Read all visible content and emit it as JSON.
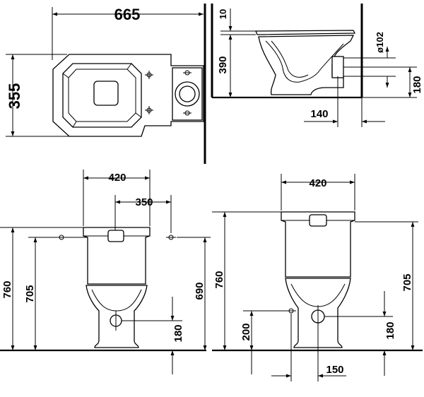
{
  "dimensions": {
    "top_left": {
      "width": "665",
      "depth": "355"
    },
    "top_right": {
      "rim_offset": "10",
      "rim_height": "390",
      "outlet_diameter": "ø102",
      "outlet_height": "180",
      "outlet_setback": "140"
    },
    "bottom_left": {
      "tank_width": "420",
      "fixing_spacing": "350",
      "total_height": "760",
      "tank_height": "705",
      "fixing_height": "690",
      "outlet_height": "180"
    },
    "bottom_right": {
      "tank_width": "420",
      "total_height": "760",
      "tank_height": "705",
      "fixing_height": "200",
      "outlet_height": "180",
      "outlet_width": "150"
    }
  }
}
